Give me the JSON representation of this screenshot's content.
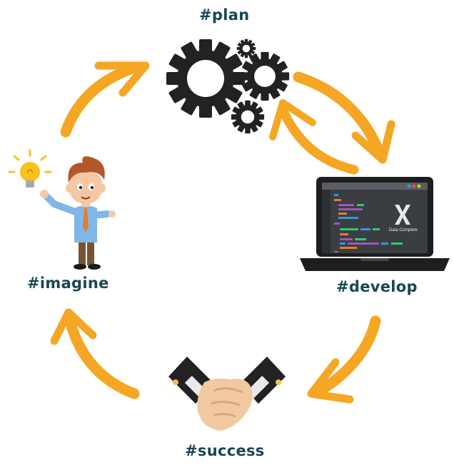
{
  "stages": {
    "plan": "#plan",
    "develop": "#develop",
    "success": "#success",
    "imagine": "#imagine"
  },
  "laptop": {
    "logo_text": "Data Complete"
  },
  "colors": {
    "label": "#1a4653",
    "arrow": "#f5a623",
    "gear": "#222222",
    "bulb": "#f6c21b"
  },
  "icons": [
    "gears-icon",
    "laptop-icon",
    "handshake-icon",
    "idea-person-icon",
    "light-bulb-icon"
  ]
}
